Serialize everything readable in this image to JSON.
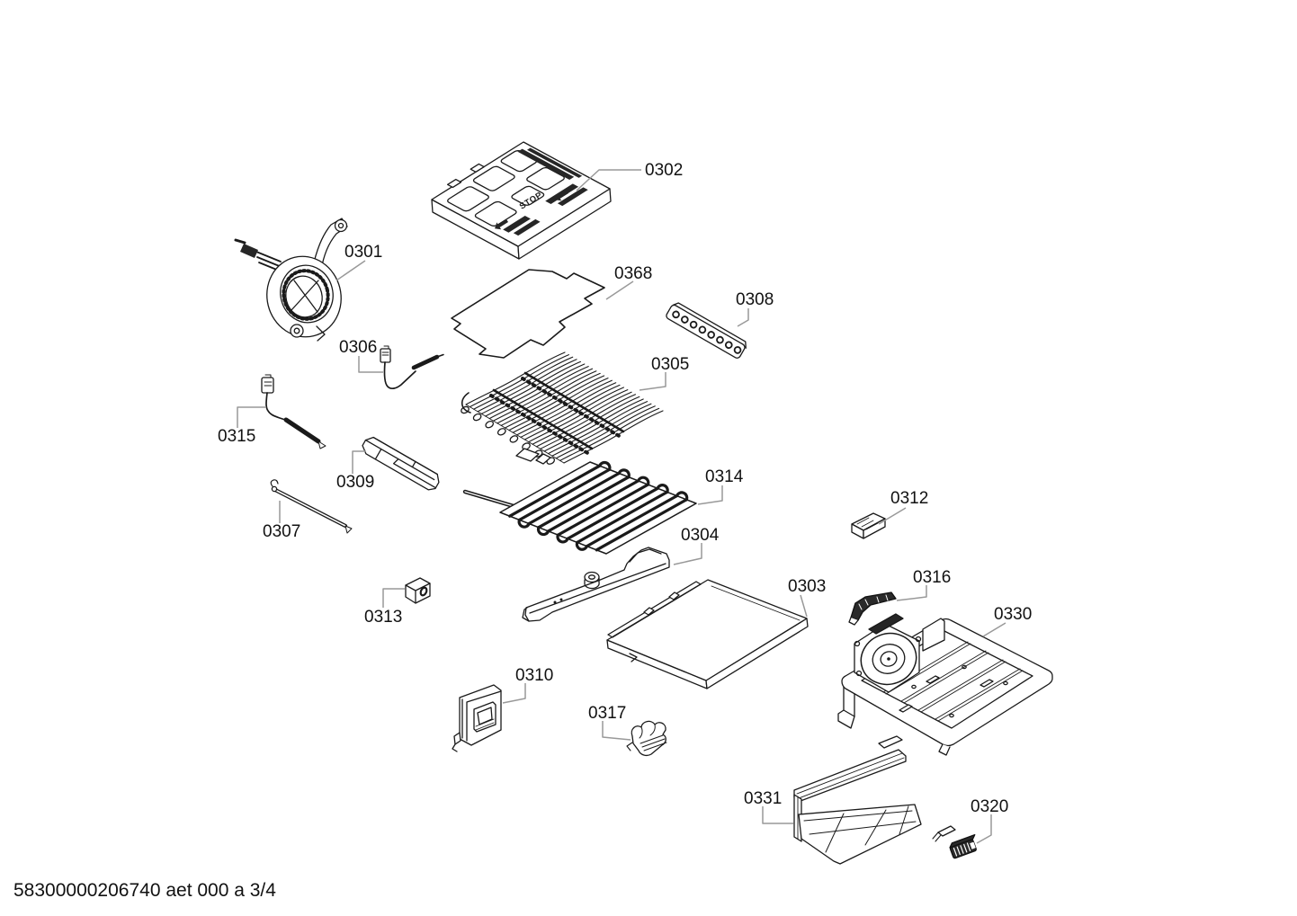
{
  "diagram": {
    "footer_code": "58300000206740 aet 000 a 3/4",
    "embossed_text": "STOP",
    "colors": {
      "line_color": "#1a1a1a",
      "leader_color": "#999999",
      "dark_fill": "#262626",
      "background": "#ffffff"
    },
    "parts": [
      {
        "id": "0301"
      },
      {
        "id": "0302"
      },
      {
        "id": "0368"
      },
      {
        "id": "0308"
      },
      {
        "id": "0306"
      },
      {
        "id": "0305"
      },
      {
        "id": "0315"
      },
      {
        "id": "0309"
      },
      {
        "id": "0307"
      },
      {
        "id": "0314"
      },
      {
        "id": "0312"
      },
      {
        "id": "0304"
      },
      {
        "id": "0303"
      },
      {
        "id": "0316"
      },
      {
        "id": "0330"
      },
      {
        "id": "0313"
      },
      {
        "id": "0310"
      },
      {
        "id": "0317"
      },
      {
        "id": "0331"
      },
      {
        "id": "0320"
      }
    ]
  }
}
